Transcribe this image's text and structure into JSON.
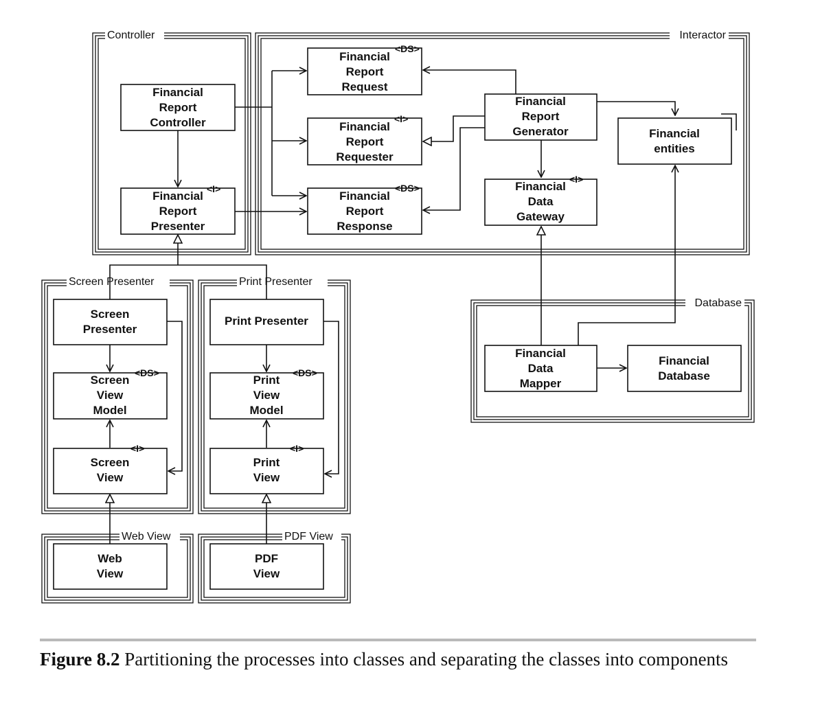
{
  "components": {
    "controller": "Controller",
    "interactor": "Interactor",
    "screen_presenter": "Screen Presenter",
    "print_presenter": "Print Presenter",
    "database": "Database",
    "web_view": "Web View",
    "pdf_view": "PDF View"
  },
  "classes": {
    "report_request": {
      "lines": [
        "Financial",
        "Report",
        "Request"
      ],
      "stereotype": "<DS>"
    },
    "report_controller": {
      "lines": [
        "Financial",
        "Report",
        "Controller"
      ],
      "stereotype": ""
    },
    "report_requester": {
      "lines": [
        "Financial",
        "Report",
        "Requester"
      ],
      "stereotype": "<I>"
    },
    "report_generator": {
      "lines": [
        "Financial",
        "Report",
        "Generator"
      ],
      "stereotype": ""
    },
    "financial_entities": {
      "lines": [
        "Financial",
        "entities"
      ],
      "stereotype": ""
    },
    "report_presenter": {
      "lines": [
        "Financial",
        "Report",
        "Presenter"
      ],
      "stereotype": "<I>"
    },
    "report_response": {
      "lines": [
        "Financial",
        "Report",
        "Response"
      ],
      "stereotype": "<DS>"
    },
    "data_gateway": {
      "lines": [
        "Financial",
        "Data",
        "Gateway"
      ],
      "stereotype": "<I>"
    },
    "screen_presenter": {
      "lines": [
        "Screen",
        "Presenter"
      ],
      "stereotype": ""
    },
    "print_presenter": {
      "lines": [
        "Print Presenter"
      ],
      "stereotype": ""
    },
    "screen_view_model": {
      "lines": [
        "Screen",
        "View",
        "Model"
      ],
      "stereotype": "<DS>"
    },
    "print_view_model": {
      "lines": [
        "Print",
        "View",
        "Model"
      ],
      "stereotype": "<DS>"
    },
    "screen_view": {
      "lines": [
        "Screen",
        "View"
      ],
      "stereotype": "<I>"
    },
    "print_view": {
      "lines": [
        "Print",
        "View"
      ],
      "stereotype": "<I>"
    },
    "data_mapper": {
      "lines": [
        "Financial",
        "Data",
        "Mapper"
      ],
      "stereotype": ""
    },
    "financial_database": {
      "lines": [
        "Financial",
        "Database"
      ],
      "stereotype": ""
    },
    "web_view": {
      "lines": [
        "Web",
        "View"
      ],
      "stereotype": ""
    },
    "pdf_view": {
      "lines": [
        "PDF",
        "View"
      ],
      "stereotype": ""
    }
  },
  "caption": {
    "label": "Figure 8.2",
    "text": "Partitioning the processes into classes and separating the classes into components"
  }
}
